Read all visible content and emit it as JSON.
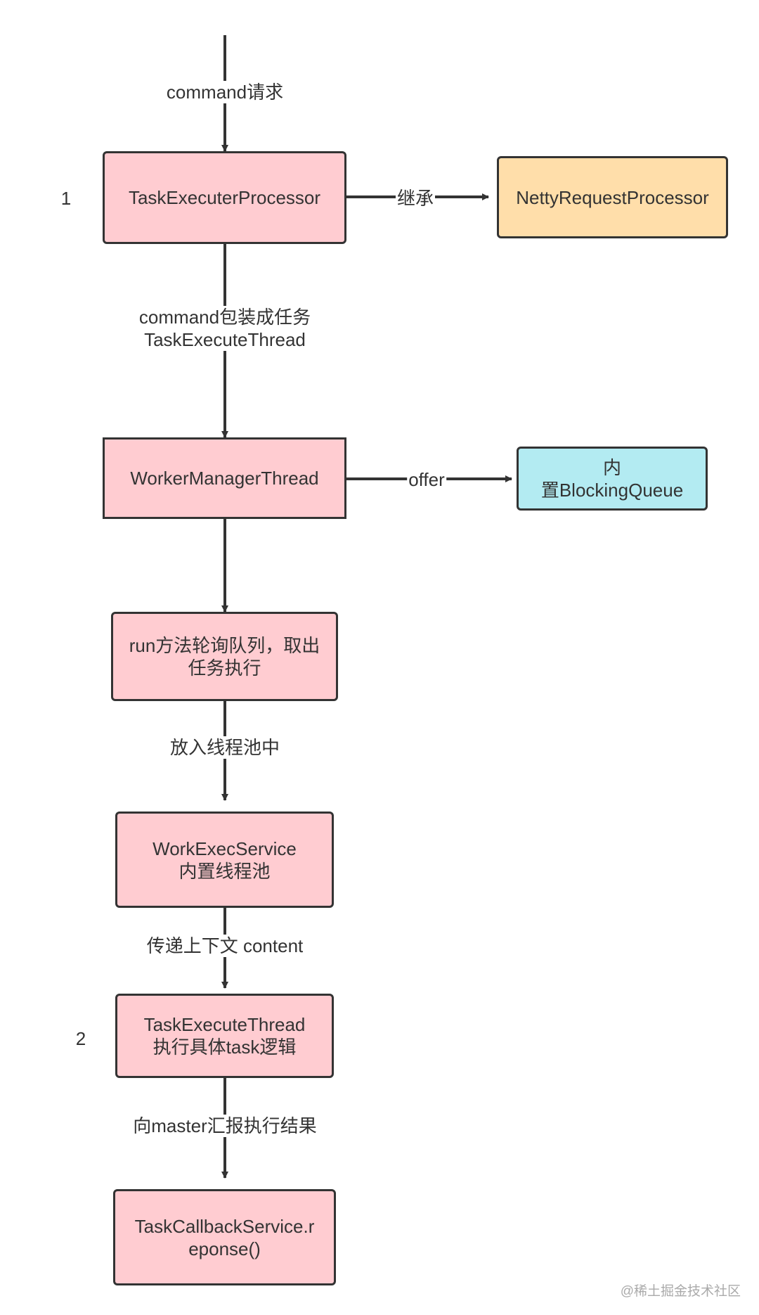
{
  "colors": {
    "stroke": "#333333",
    "node_main": "#ffccd1",
    "node_parent": "#ffdeaa",
    "node_queue": "#b3ebf2"
  },
  "step_numbers": [
    "1",
    "2"
  ],
  "nodes": {
    "task_executer_processor": "TaskExecuterProcessor",
    "netty_request_processor": "NettyRequestProcessor",
    "worker_manager_thread": "WorkerManagerThread",
    "blocking_queue": "内\n置BlockingQueue",
    "run_method": "run方法轮询队列，取出\n任务执行",
    "work_exec_service": "WorkExecService\n内置线程池",
    "task_execute_thread": "TaskExecuteThread\n执行具体task逻辑",
    "task_callback_service": "TaskCallbackService.r\neponse()"
  },
  "edges": {
    "command_request": "command请求",
    "inherit": "继承",
    "wrap_task": "command包装成任务\nTaskExecuteThread",
    "offer": "offer",
    "into_pool": "放入线程池中",
    "pass_context": "传递上下文 content",
    "report_master": "向master汇报执行结果"
  },
  "watermark": "@稀土掘金技术社区"
}
